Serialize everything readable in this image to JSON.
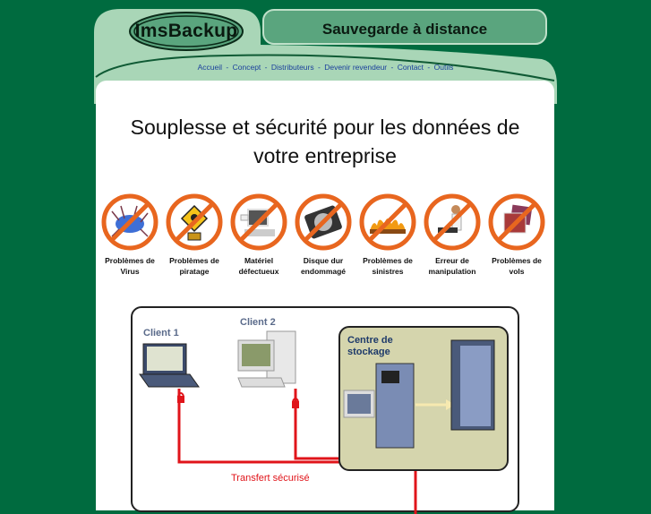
{
  "header": {
    "logo": "ImsBackup",
    "tagline": "Sauvegarde à distance"
  },
  "nav": {
    "items": [
      "Accueil",
      "Concept",
      "Distributeurs",
      "Devenir revendeur",
      "Contact",
      "Outils"
    ],
    "separator": "-"
  },
  "main": {
    "title_line1": "Souplesse et sécurité pour les données de",
    "title_line2": "votre entreprise"
  },
  "problems": [
    {
      "icon": "virus-icon",
      "line1": "Problèmes de",
      "line2": "Virus"
    },
    {
      "icon": "piracy-icon",
      "line1": "Problèmes de",
      "line2": "piratage"
    },
    {
      "icon": "hardware-icon",
      "line1": "Matériel",
      "line2": "défectueux"
    },
    {
      "icon": "hard-disk-icon",
      "line1": "Disque dur",
      "line2": "endommagé"
    },
    {
      "icon": "fire-icon",
      "line1": "Problèmes de",
      "line2": "sinistres"
    },
    {
      "icon": "user-error-icon",
      "line1": "Erreur de",
      "line2": "manipulation"
    },
    {
      "icon": "theft-icon",
      "line1": "Problèmes de",
      "line2": "vols"
    }
  ],
  "diagram": {
    "client1": "Client 1",
    "client2": "Client 2",
    "storage_line1": "Centre de",
    "storage_line2": "stockage",
    "transfer": "Transfert sécurisé"
  },
  "colors": {
    "page_bg": "#006b3f",
    "header_light": "#a9d6b7",
    "tagline_bg": "#5aa57e",
    "nav_link": "#1a3f9c",
    "forbidden_orange": "#e8661f",
    "transfer_red": "#e0141a"
  }
}
